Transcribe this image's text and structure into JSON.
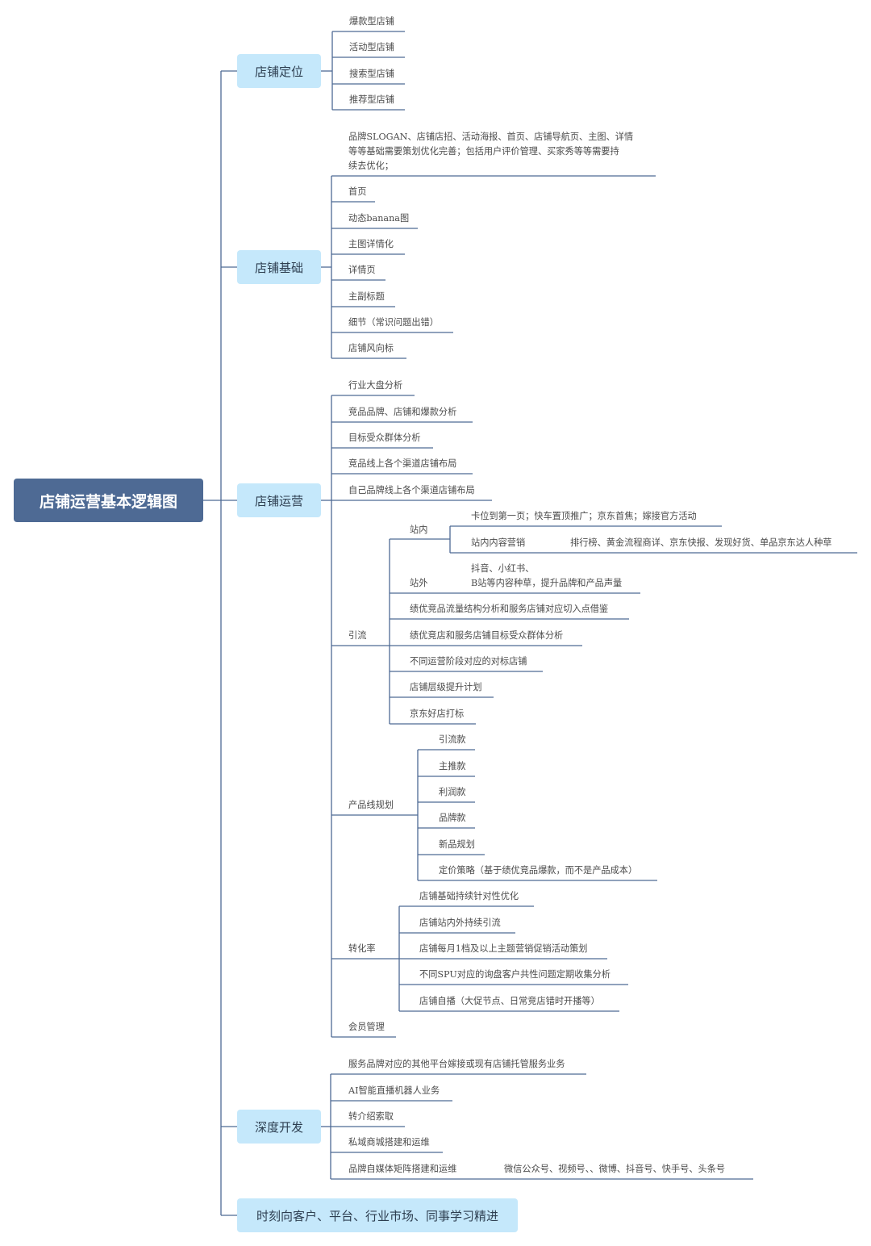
{
  "title": "店铺运营基本逻辑图",
  "branches": {
    "positioning": {
      "label": "店铺定位",
      "items": [
        "爆款型店铺",
        "活动型店铺",
        "搜索型店铺",
        "推荐型店铺"
      ]
    },
    "foundation": {
      "label": "店铺基础",
      "note_line1": "品牌SLOGAN、店铺店招、活动海报、首页、店铺导航页、主图、详情",
      "note_line2": "等等基础需要策划优化完善；包括用户评价管理、买家秀等等需要持",
      "note_line3": "续去优化；",
      "items": [
        "首页",
        "动态banana图",
        "主图详情化",
        "详情页",
        "主副标题",
        "细节（常识问题出错）",
        "店铺风向标"
      ]
    },
    "operation": {
      "label": "店铺运营",
      "items": [
        "行业大盘分析",
        "竞品品牌、店铺和爆款分析",
        "目标受众群体分析",
        "竞品线上各个渠道店铺布局",
        "自己品牌线上各个渠道店铺布局"
      ],
      "traffic": {
        "label": "引流",
        "onsite": {
          "label": "站内",
          "item1": "卡位到第一页；快车置顶推广；京东首焦；嫁接官方活动",
          "item2": "站内内容营销",
          "item2_detail": "排行榜、黄金流程商详、京东快报、发现好货、单品京东达人种草"
        },
        "offsite": {
          "label": "站外",
          "line1": "抖音、小红书、",
          "line2": "B站等内容种草，提升品牌和产品声量"
        },
        "items": [
          "绩优竞品流量结构分析和服务店铺对应切入点借鉴",
          "绩优竞店和服务店铺目标受众群体分析",
          "不同运营阶段对应的对标店铺",
          "店铺层级提升计划",
          "京东好店打标"
        ]
      },
      "product_line": {
        "label": "产品线规划",
        "items": [
          "引流款",
          "主推款",
          "利润款",
          "品牌款",
          "新品规划",
          "定价策略（基于绩优竞品爆款，而不是产品成本）"
        ]
      },
      "conversion": {
        "label": "转化率",
        "items": [
          "店铺基础持续针对性优化",
          "店铺站内外持续引流",
          "店铺每月1档及以上主题营销促销活动策划",
          "不同SPU对应的询盘客户共性问题定期收集分析",
          "店铺自播（大促节点、日常竞店错时开播等）"
        ]
      },
      "membership": "会员管理"
    },
    "deep_dev": {
      "label": "深度开发",
      "items": [
        "服务品牌对应的其他平台嫁接或现有店铺托管服务业务",
        "AI智能直播机器人业务",
        "转介绍索取",
        "私域商城搭建和运维",
        "品牌自媒体矩阵搭建和运维"
      ],
      "media_detail": "微信公众号、视频号、、微博、抖音号、快手号、头条号"
    },
    "learning": {
      "label": "时刻向客户、平台、行业市场、同事学习精进"
    }
  },
  "colors": {
    "root_fill": "#4e6a94",
    "branch_fill": "#c5e8fb",
    "line": "#4e6a94"
  }
}
